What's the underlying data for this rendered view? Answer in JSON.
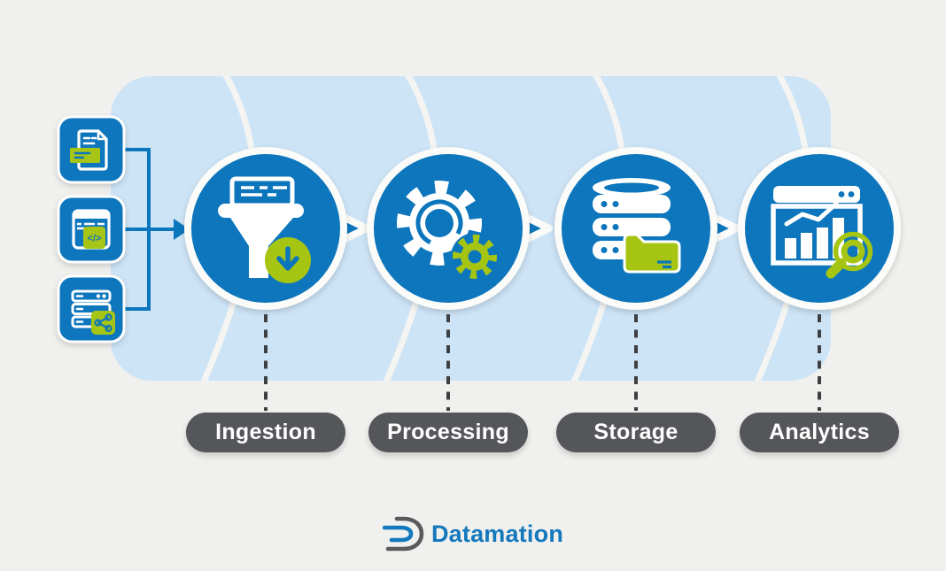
{
  "brand": {
    "wordmark": "Datamation"
  },
  "stages": [
    {
      "label": "Ingestion",
      "icon": "funnel-download-icon"
    },
    {
      "label": "Processing",
      "icon": "gears-icon"
    },
    {
      "label": "Storage",
      "icon": "database-folder-icon"
    },
    {
      "label": "Analytics",
      "icon": "chart-magnifier-icon"
    }
  ],
  "sources": [
    {
      "name": "documents",
      "icon": "document-icon"
    },
    {
      "name": "code",
      "icon": "code-window-icon",
      "badge": "</>"
    },
    {
      "name": "servers",
      "icon": "server-share-icon"
    }
  ],
  "colors": {
    "blue": "#0c76bc",
    "lightblue": "#cde4f6",
    "green": "#a6c513",
    "labelgray": "#54565a",
    "bg": "#f0f0ee",
    "ring": "#fbfbf9",
    "seam": "#f4f4f2",
    "dash": "#3e3f41",
    "logoblue": "#1478bd",
    "logogray": "#595a5c"
  }
}
